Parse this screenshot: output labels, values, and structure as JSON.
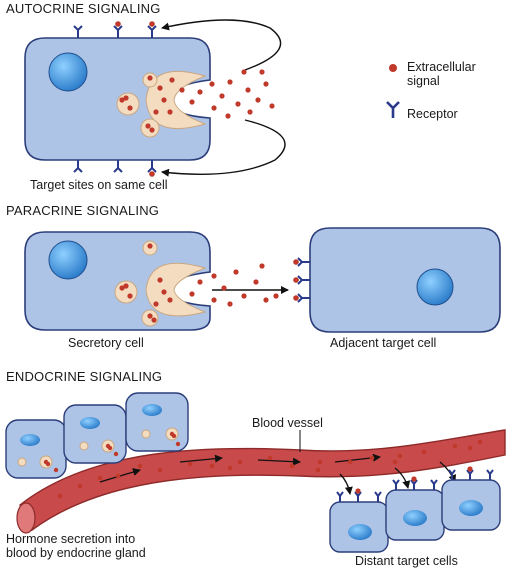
{
  "autocrine": {
    "title": "AUTOCRINE SIGNALING",
    "caption": "Target sites on same cell"
  },
  "legend": {
    "signal_line1": "Extracellular",
    "signal_line2": "signal",
    "receptor": "Receptor"
  },
  "paracrine": {
    "title": "PARACRINE SIGNALING",
    "secretory_caption": "Secretory cell",
    "target_caption": "Adjacent target cell"
  },
  "endocrine": {
    "title": "ENDOCRINE SIGNALING",
    "vessel_label": "Blood vessel",
    "secretion_line1": "Hormone secretion into",
    "secretion_line2": "blood by endocrine gland",
    "distant_caption": "Distant target cells"
  },
  "colors": {
    "cell_fill": "#aec4e6",
    "cell_stroke": "#2c3e7a",
    "nucleus": "#3f8fd6",
    "vesicle": "#f3dcc0",
    "signal": "#c0392b",
    "receptor": "#2a3a8a",
    "vessel": "#c84a4a"
  }
}
